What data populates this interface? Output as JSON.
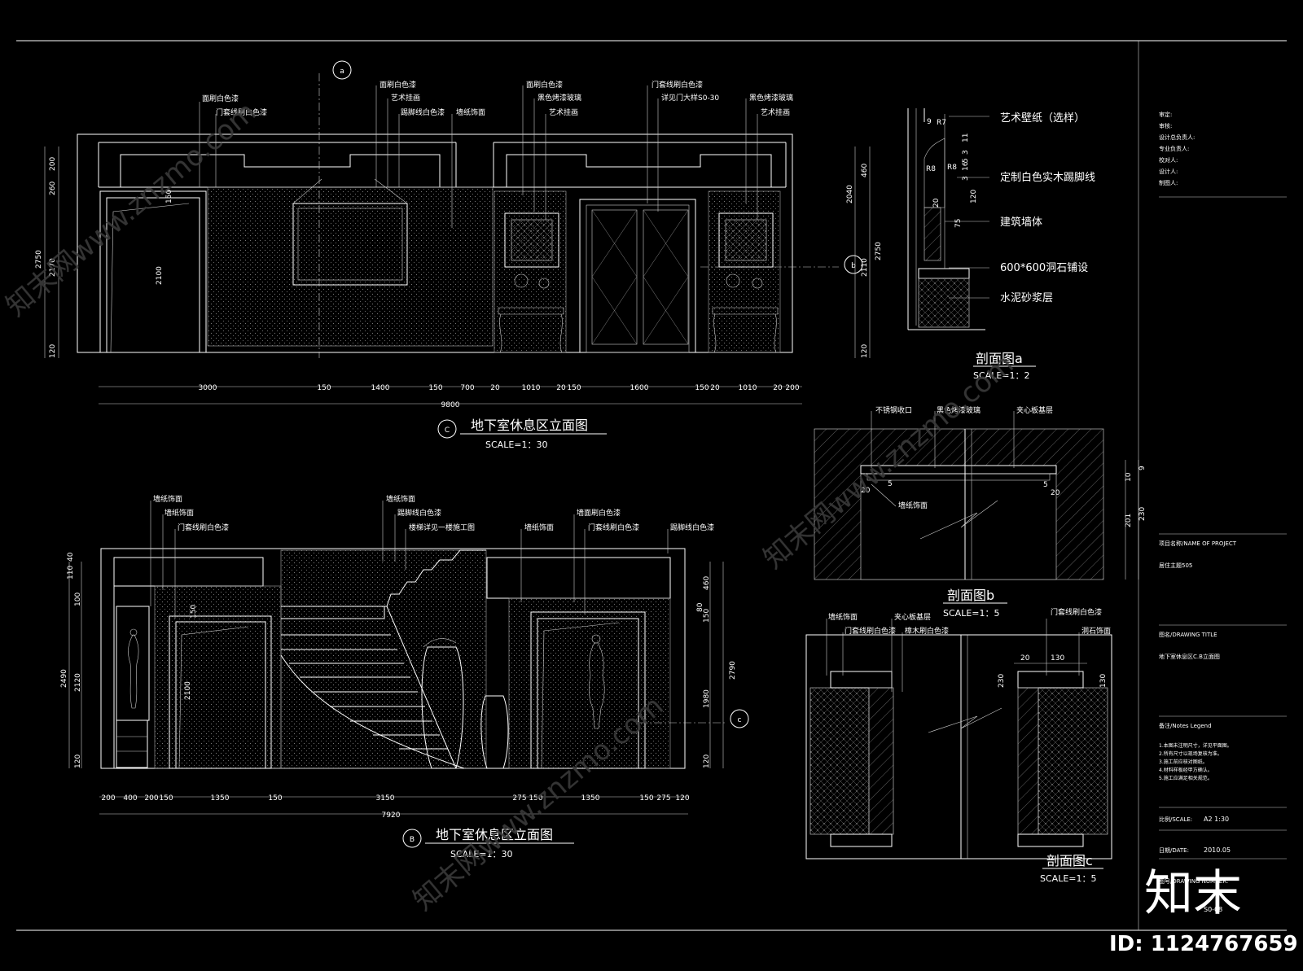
{
  "section_c": {
    "title": "地下室休息区立面图",
    "marker": "C",
    "scale": "SCALE=1：30",
    "labels": [
      "面刷白色漆",
      "门套线刷白色漆",
      "面刷白色漆",
      "艺术挂画",
      "踢脚线白色漆",
      "墙纸饰面",
      "面刷白色漆",
      "黑色烤漆玻璃",
      "艺术挂画",
      "门套线刷白色漆",
      "详见门大样S0-30",
      "黑色烤漆玻璃",
      "艺术挂画"
    ],
    "dims_bottom": [
      "3000",
      "150",
      "1400",
      "150",
      "700",
      "20",
      "1010",
      "20",
      "150",
      "1600",
      "150",
      "20",
      "1010",
      "20",
      "200"
    ],
    "total": "9800",
    "dims_left": [
      "260",
      "200",
      "2750",
      "2170",
      "2100",
      "150",
      "120"
    ],
    "dims_right": [
      "460",
      "2040",
      "2750",
      "2110",
      "120"
    ],
    "section_markers": [
      "a",
      "b"
    ]
  },
  "section_b": {
    "title": "地下室休息区立面图",
    "marker": "B",
    "scale": "SCALE=1：30",
    "labels": [
      "墙纸饰面",
      "墙纸饰面",
      "门套线刷白色漆",
      "墙纸饰面",
      "踢脚线白色漆",
      "楼梯详见一楼施工图",
      "墙纸饰面",
      "墙面刷白色漆",
      "门套线刷白色漆",
      "踢脚线白色漆"
    ],
    "dims_bottom": [
      "200",
      "400",
      "200",
      "150",
      "1350",
      "150",
      "3150",
      "275",
      "150",
      "1350",
      "150",
      "275",
      "120"
    ],
    "total": "7920",
    "dims_left": [
      "110",
      "40",
      "100",
      "2490",
      "2120",
      "2100",
      "150",
      "120"
    ],
    "dims_right": [
      "460",
      "80",
      "150",
      "2790",
      "1980",
      "120"
    ],
    "section_markers": [
      "c"
    ]
  },
  "section_a": {
    "title": "剖面图a",
    "scale": "SCALE=1：2",
    "notes": [
      "艺术壁纸（选样）",
      "定制白色实木踢脚线",
      "建筑墙体",
      "600*600洞石铺设",
      "水泥砂浆层"
    ],
    "dims": [
      "9",
      "R7",
      "11",
      "R8",
      "R8",
      "16",
      "20",
      "120",
      "75",
      "3",
      "5",
      "3"
    ]
  },
  "section_bb": {
    "title": "剖面图b",
    "scale": "SCALE=1：5",
    "labels": [
      "不锈钢收口",
      "黑色烤漆玻璃",
      "夹心板基层",
      "墙纸饰面"
    ],
    "dims": [
      "20",
      "5",
      "20",
      "10",
      "230",
      "201",
      "9",
      "5"
    ]
  },
  "section_cc": {
    "title": "剖面图c",
    "scale": "SCALE=1：5",
    "labels": [
      "墙纸饰面",
      "门套线刷白色漆",
      "夹心板基层",
      "樟木刷白色漆",
      "门套线刷白色漆",
      "洞石饰面"
    ],
    "dims": [
      "20",
      "130",
      "230",
      "130"
    ]
  },
  "title_block": {
    "roles": [
      "审定:",
      "审核:",
      "设计总负责人:",
      "专业负责人:",
      "校对人:",
      "设计人:",
      "制图人:"
    ],
    "project_label": "项目名称/NAME OF PROJECT",
    "project_name": "居住主题505",
    "drawing_title_label": "图名/DRAWING TITLE",
    "drawing_title": "地下室休息区C.B立面图",
    "notes_label": "备注/Notes Legend",
    "notes": [
      "1.本图未注明尺寸，详见平面图。",
      "2.所有尺寸以现场复核为准。",
      "3.施工前应核对图纸。",
      "4.材料样板经甲方确认。",
      "5.施工应满足相关规范。"
    ],
    "scale_label": "比例/SCALE:",
    "scale_value": "A2   1:30",
    "date_label": "日期/DATE:",
    "date_value": "2010.05",
    "number_label": "图号/DRAWING NUMBER:",
    "number_value": "S0-08"
  },
  "watermark": {
    "text": "知末网www.znzmo.com",
    "logo": "知末",
    "id": "ID: 1124767659"
  }
}
